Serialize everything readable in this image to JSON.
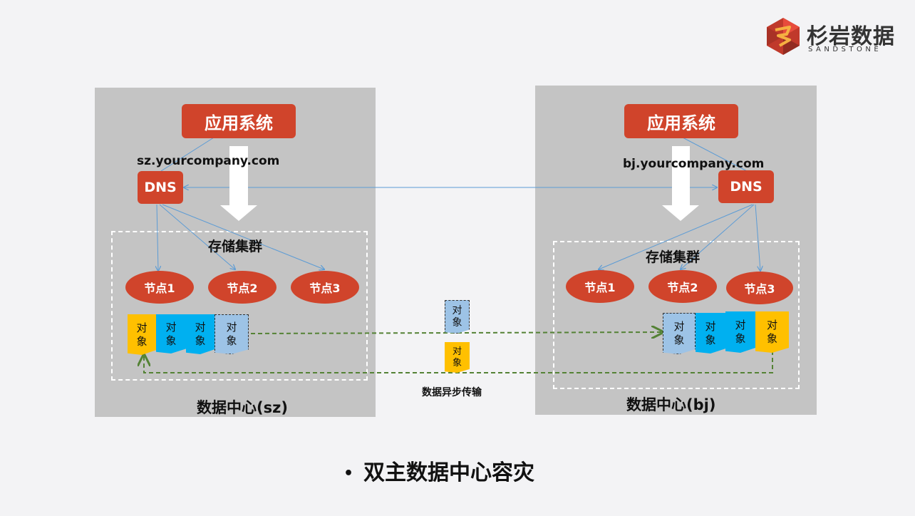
{
  "brand": {
    "name_cn": "杉岩数据",
    "name_en": "SANDSTONE"
  },
  "left": {
    "app_system": "应用系统",
    "domain": "sz.yourcompany.com",
    "dns": "DNS",
    "cluster_title": "存储集群",
    "nodes": [
      "节点1",
      "节点2",
      "节点3"
    ],
    "object_line1": "对",
    "object_line2": "象",
    "dc_title": "数据中心(sz)"
  },
  "right": {
    "app_system": "应用系统",
    "domain": "bj.yourcompany.com",
    "dns": "DNS",
    "cluster_title": "存储集群",
    "nodes": [
      "节点1",
      "节点2",
      "节点3"
    ],
    "object_line1": "对",
    "object_line2": "象",
    "dc_title": "数据中心(bj)"
  },
  "middle": {
    "object_line1": "对",
    "object_line2": "象",
    "caption": "数据异步传输"
  },
  "bottom": {
    "bullet": "•",
    "title": "双主数据中心容灾"
  },
  "colors": {
    "orange": "#d0442b",
    "yellow": "#ffc000",
    "cyan": "#00b0f0",
    "light_blue": "#9dc3e6",
    "link_blue": "#5b9bd5",
    "sync_green": "#548235"
  }
}
